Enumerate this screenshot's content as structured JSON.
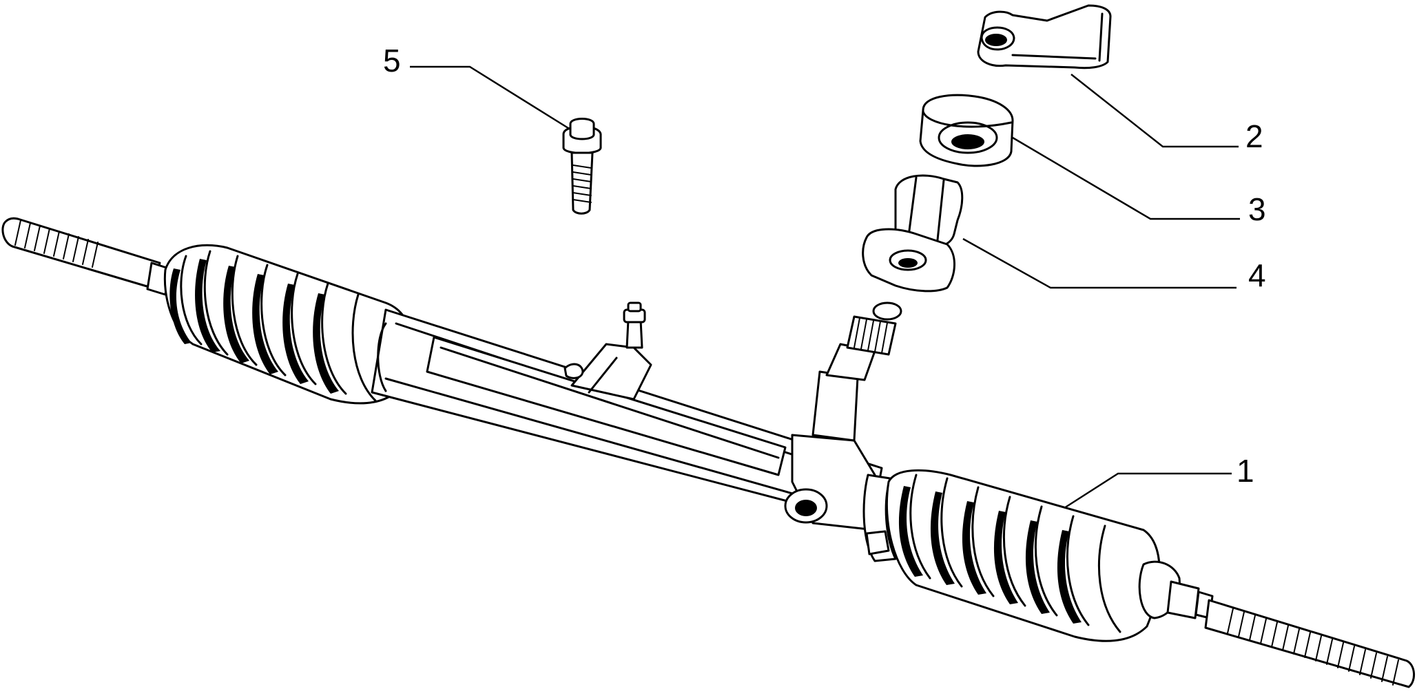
{
  "callouts": [
    {
      "id": "1",
      "label": "1"
    },
    {
      "id": "2",
      "label": "2"
    },
    {
      "id": "3",
      "label": "3"
    },
    {
      "id": "4",
      "label": "4"
    },
    {
      "id": "5",
      "label": "5"
    }
  ],
  "colors": {
    "ink": "#000000",
    "background": "#ffffff"
  }
}
